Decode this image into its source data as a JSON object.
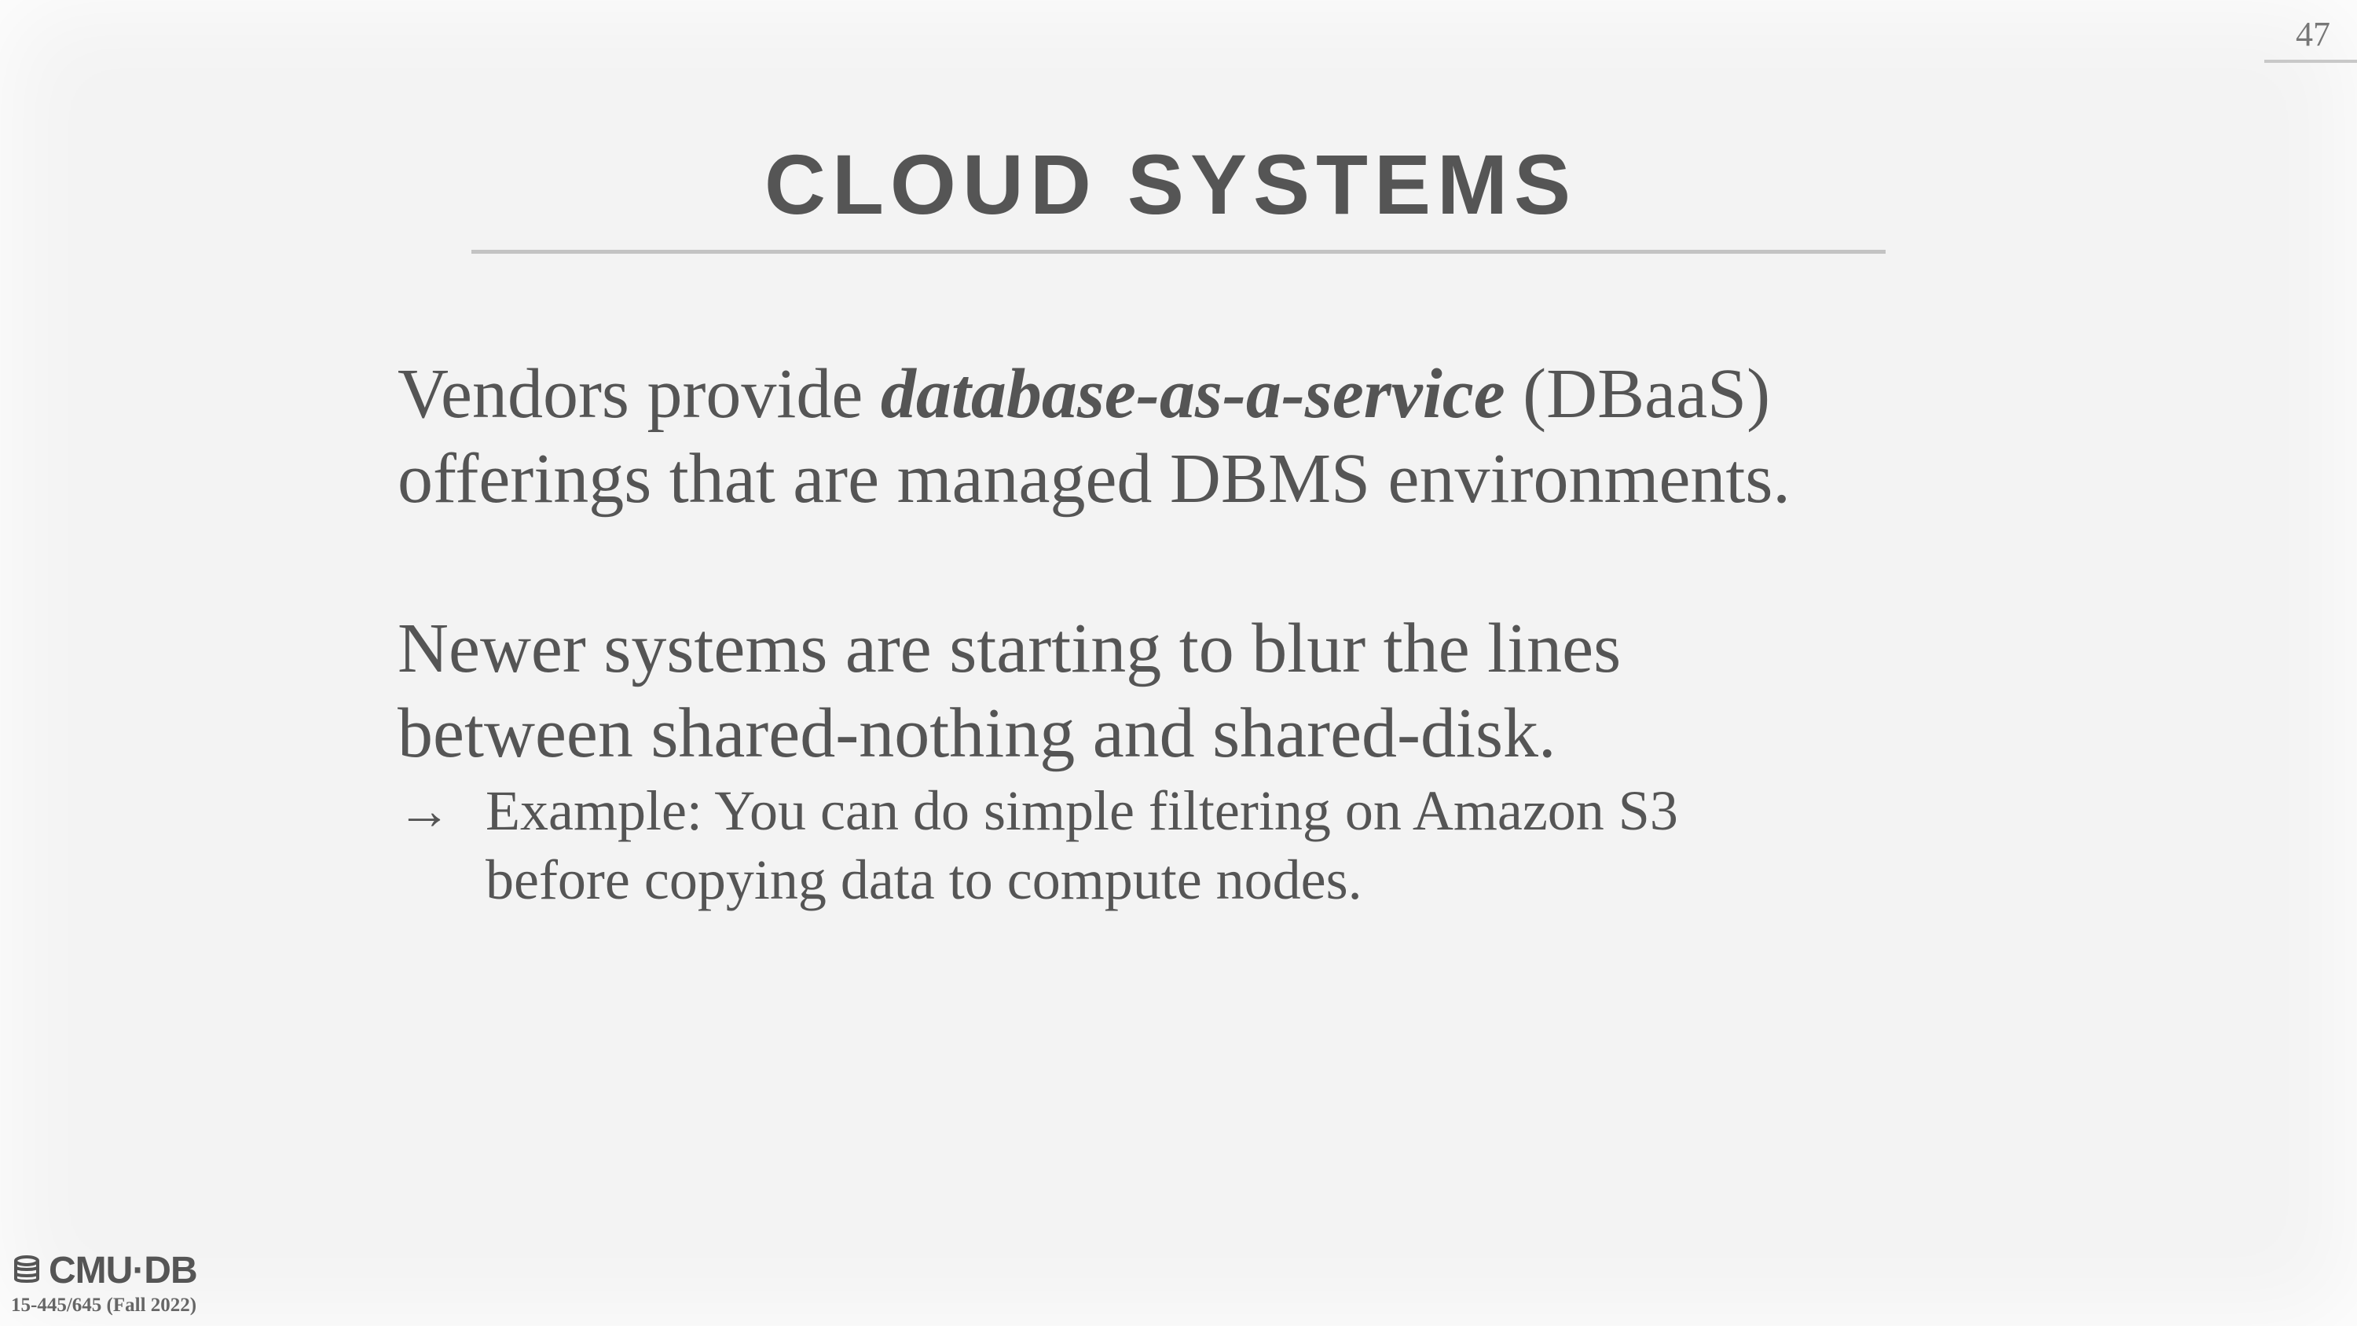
{
  "slide": {
    "page_number": "47",
    "title": "CLOUD SYSTEMS",
    "paragraph_1": {
      "prefix": "Vendors provide ",
      "emphasis": "database-as-a-service",
      "suffix_line_1": " (DBaaS)",
      "line_2": "offerings that are managed DBMS environments."
    },
    "paragraph_2": {
      "line_1": "Newer systems are starting to blur the lines",
      "line_2": "between shared-nothing and shared-disk."
    },
    "sub_bullet": {
      "arrow": "→",
      "line_1": "Example: You can do simple filtering on Amazon S3",
      "line_2": "before copying data to compute nodes."
    }
  },
  "footer": {
    "logo_text": "CMU·DB",
    "course": "15-445/645 (Fall 2022)",
    "logo_icon": "database-icon"
  },
  "colors": {
    "background": "#f3f3f3",
    "text": "#555555",
    "rule": "#c3c3c3"
  }
}
